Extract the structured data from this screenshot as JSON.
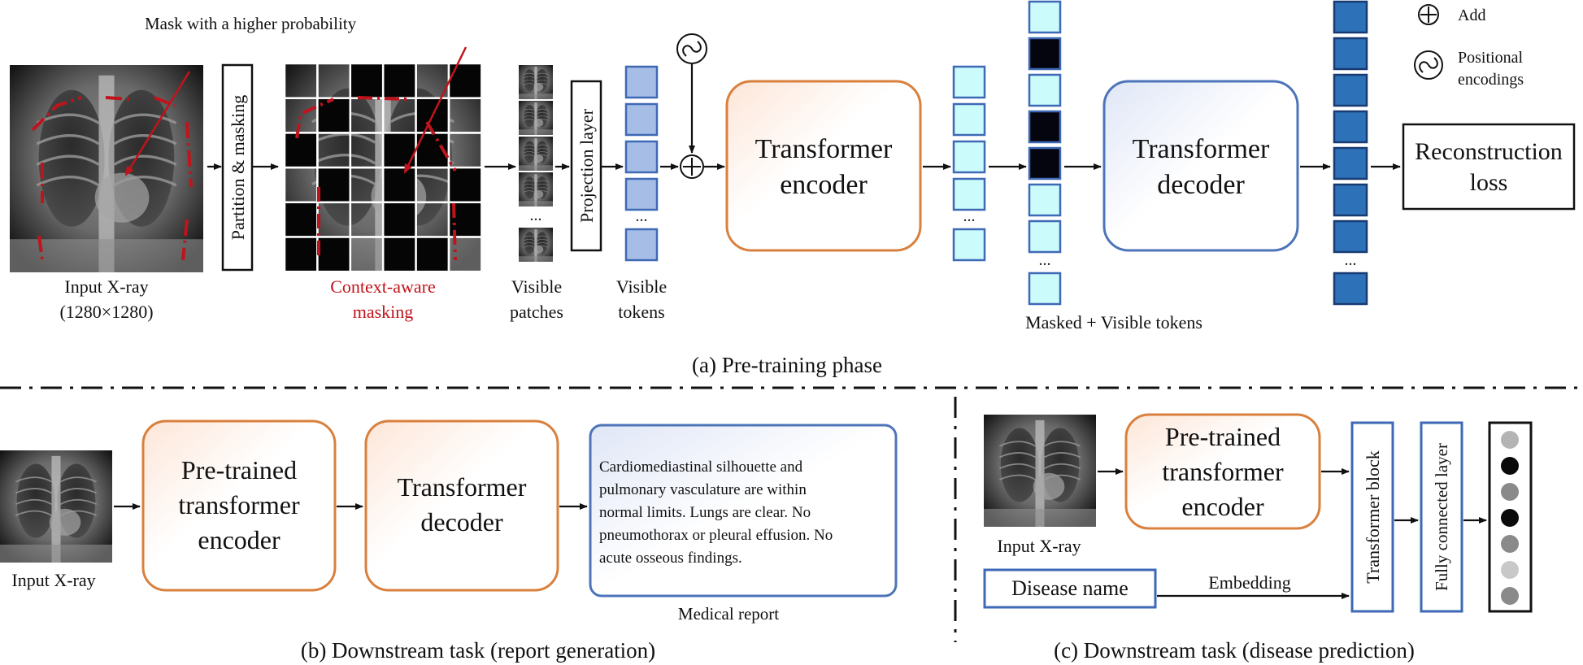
{
  "legend": {
    "add_label": "Add",
    "pos_label_1": "Positional",
    "pos_label_2": "encodings"
  },
  "pretrain": {
    "mask_note": "Mask with a higher probability",
    "input_label_1": "Input X-ray",
    "input_label_2": "(1280×1280)",
    "partition_label": "Partition & masking",
    "masking_label_1": "Context-aware",
    "masking_label_2": "masking",
    "patches_label_1": "Visible",
    "patches_label_2": "patches",
    "projection_label": "Projection layer",
    "tokens_label_1": "Visible",
    "tokens_label_2": "tokens",
    "encoder_1": "Transformer",
    "encoder_2": "encoder",
    "decoder_1": "Transformer",
    "decoder_2": "decoder",
    "masked_visible_label": "Masked + Visible tokens",
    "loss_1": "Reconstruction",
    "loss_2": "loss",
    "ellipsis": "...",
    "caption": "(a) Pre-training phase"
  },
  "report": {
    "input_label": "Input X-ray",
    "encoder_1": "Pre-trained",
    "encoder_2": "transformer",
    "encoder_3": "encoder",
    "decoder_1": "Transformer",
    "decoder_2": "decoder",
    "text_lines": [
      "Cardiomediastinal silhouette and",
      "pulmonary vasculature are within",
      "normal limits. Lungs are clear. No",
      "pneumothorax or pleural effusion. No",
      "acute osseous findings."
    ],
    "report_label": "Medical report",
    "caption": "(b) Downstream task (report generation)"
  },
  "disease": {
    "input_label": "Input X-ray",
    "encoder_1": "Pre-trained",
    "encoder_2": "transformer",
    "encoder_3": "encoder",
    "disease_name": "Disease name",
    "embedding_label": "Embedding",
    "block_label": "Transformer block",
    "fc_label": "Fully connected layer",
    "output_dots": [
      "#b4b4b4",
      "#0a0a0a",
      "#8a8a8a",
      "#0a0a0a",
      "#8a8a8a",
      "#c8c8c8",
      "#8a8a8a"
    ],
    "caption": "(c) Downstream task (disease prediction)"
  },
  "colors": {
    "encoder_border": "#d9803d",
    "decoder_border": "#4d74b8",
    "visible_token": "#a6bde6",
    "cyan_token": "#ccfbfb",
    "output_token": "#2d72b8",
    "highlight_red": "#c0141c"
  }
}
